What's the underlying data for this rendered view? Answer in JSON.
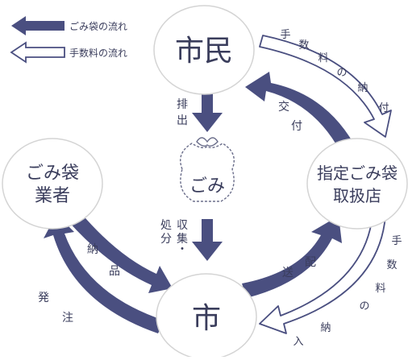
{
  "colors": {
    "arrow_fill": "#4a4f80",
    "text": "#3a3d5c",
    "circle_stroke": "#d4d4d4",
    "outline_arrow": "#4a4f80"
  },
  "legend": {
    "bag_flow": "ごみ袋の流れ",
    "fee_flow": "手数料の流れ"
  },
  "nodes": {
    "citizen": "市民",
    "city": "市",
    "vendor_line1": "ごみ袋",
    "vendor_line2": "業者",
    "store_line1": "指定ごみ袋",
    "store_line2": "取扱店",
    "garbage": "ごみ"
  },
  "labels": {
    "haishutsu": [
      "排",
      "出"
    ],
    "shushu": [
      "収",
      "集",
      "・"
    ],
    "shobun": [
      "処",
      "分"
    ],
    "koufu": [
      "交",
      "付"
    ],
    "nouhin": [
      "納",
      "品"
    ],
    "hatchu": [
      "発",
      "注"
    ],
    "haisou": [
      "配",
      "送"
    ],
    "fee_top": [
      "手",
      "数",
      "料",
      "の",
      "納",
      "付"
    ],
    "fee_right": [
      "手",
      "数",
      "料",
      "の",
      "納",
      "入"
    ]
  }
}
